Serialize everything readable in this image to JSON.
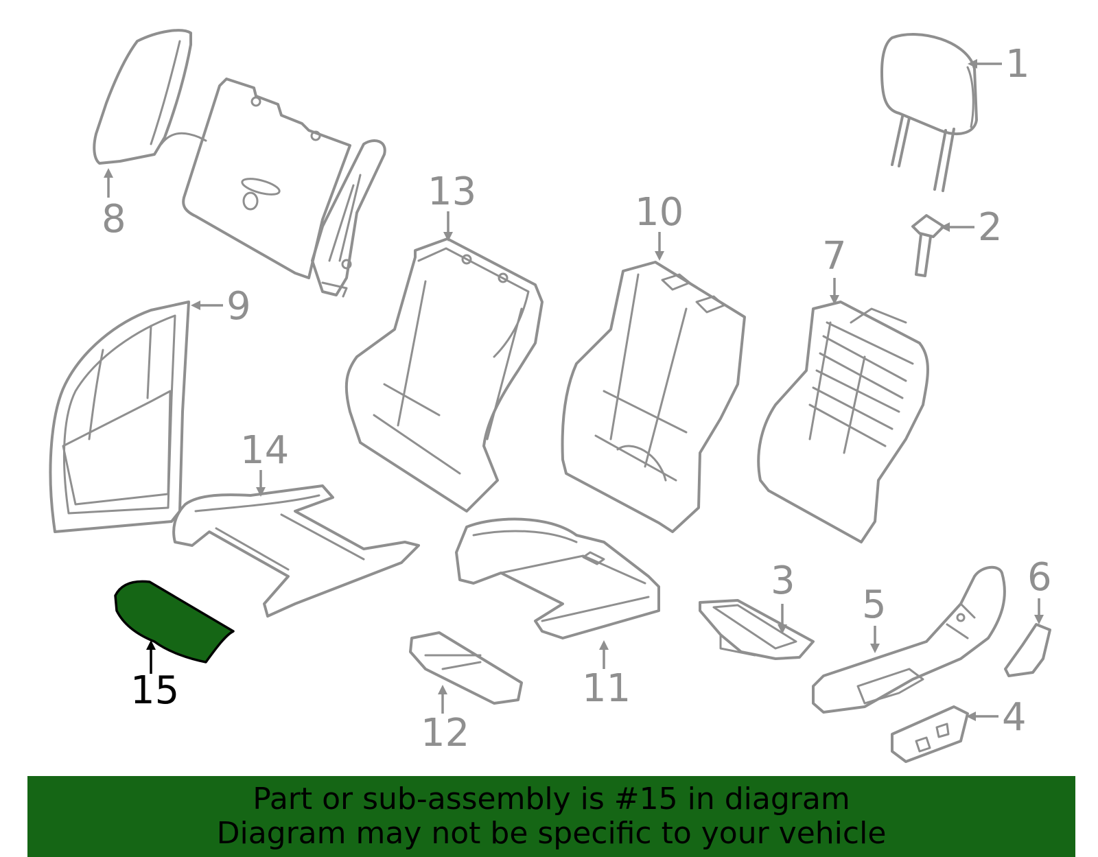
{
  "highlight_color": "#156615",
  "line_color": "#8f8f8f",
  "highlighted_part": "15",
  "callouts": [
    "1",
    "2",
    "3",
    "4",
    "5",
    "6",
    "7",
    "8",
    "9",
    "10",
    "11",
    "12",
    "13",
    "14",
    "15"
  ],
  "banner": {
    "line1": "Part or sub-assembly is #15 in diagram",
    "line2": "Diagram may not be specific to your vehicle"
  }
}
